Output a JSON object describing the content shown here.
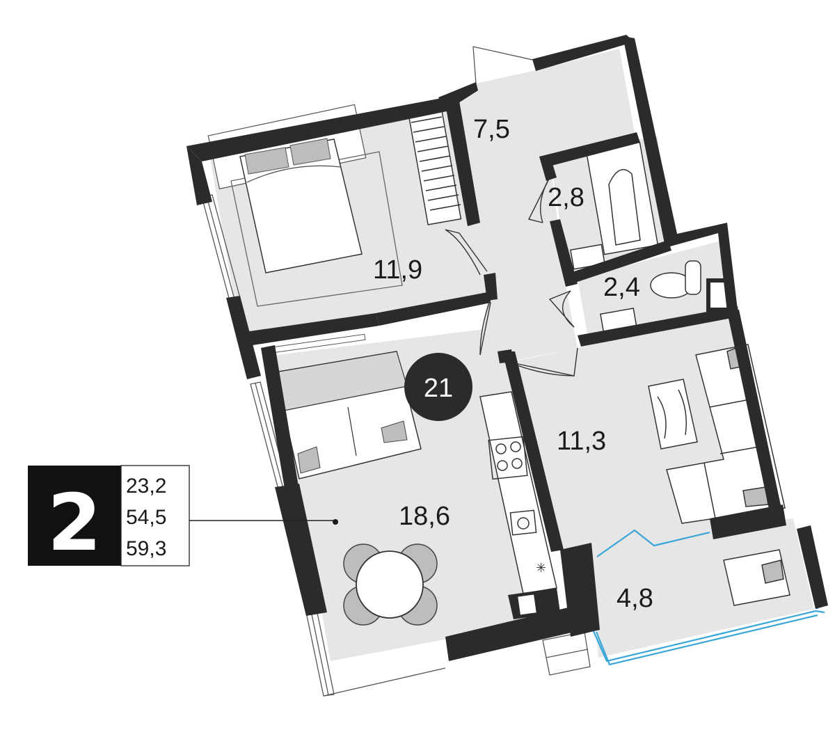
{
  "unit_number": "21",
  "rooms_count": "2",
  "areas": [
    "23,2",
    "54,5",
    "59,3"
  ],
  "rooms": {
    "hall": "7,5",
    "bedroom": "11,9",
    "bathroom": "2,8",
    "toilet": "2,4",
    "living_kitchen": "18,6",
    "living_room": "11,3",
    "balcony": "4,8"
  },
  "colors": {
    "wall": "#2b2b2b",
    "floor": "#e6e6e6",
    "furniture": "#ffffff",
    "cushion": "#bdbdbd",
    "glass": "#3aa6d8"
  }
}
